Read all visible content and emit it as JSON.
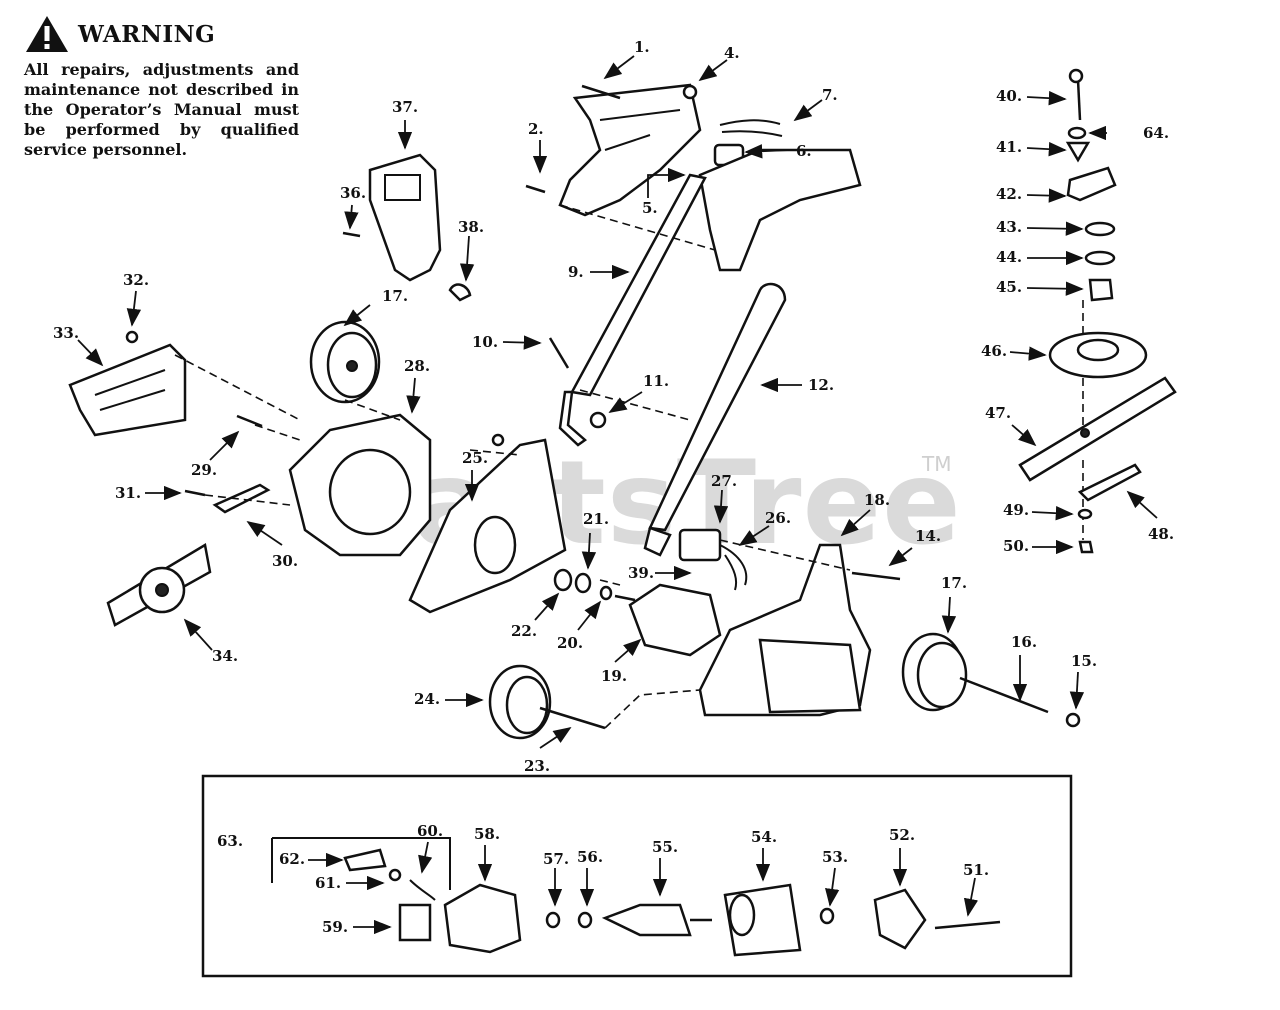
{
  "warning": {
    "title": "WARNING",
    "body": "All repairs, adjustments and maintenance not described in the Operator’s Manual must be performed by qualified service personnel.",
    "icon": "warning-triangle-icon"
  },
  "watermark": {
    "text": "PartsTree",
    "trademark": "TM"
  },
  "callouts": {
    "n1": "1.",
    "n2": "2.",
    "n4": "4.",
    "n5": "5.",
    "n6": "6.",
    "n7": "7.",
    "n9": "9.",
    "n10": "10.",
    "n11": "11.",
    "n12": "12.",
    "n14": "14.",
    "n15": "15.",
    "n16": "16.",
    "n17a": "17.",
    "n17b": "17.",
    "n18": "18.",
    "n19": "19.",
    "n20": "20.",
    "n21": "21.",
    "n22": "22.",
    "n23": "23.",
    "n24": "24.",
    "n25": "25.",
    "n26": "26.",
    "n27": "27.",
    "n28": "28.",
    "n29": "29.",
    "n30": "30.",
    "n31": "31.",
    "n32": "32.",
    "n33": "33.",
    "n34": "34.",
    "n36": "36.",
    "n37": "37.",
    "n38": "38.",
    "n39": "39.",
    "n40": "40.",
    "n41": "41.",
    "n42": "42.",
    "n43": "43.",
    "n44": "44.",
    "n45": "45.",
    "n46": "46.",
    "n47": "47.",
    "n48": "48.",
    "n49": "49.",
    "n50": "50.",
    "n51": "51.",
    "n52": "52.",
    "n53": "53.",
    "n54": "54.",
    "n55": "55.",
    "n56": "56.",
    "n57": "57.",
    "n58": "58.",
    "n59": "59.",
    "n60": "60.",
    "n61": "61.",
    "n62": "62.",
    "n63": "63.",
    "n64": "64."
  }
}
